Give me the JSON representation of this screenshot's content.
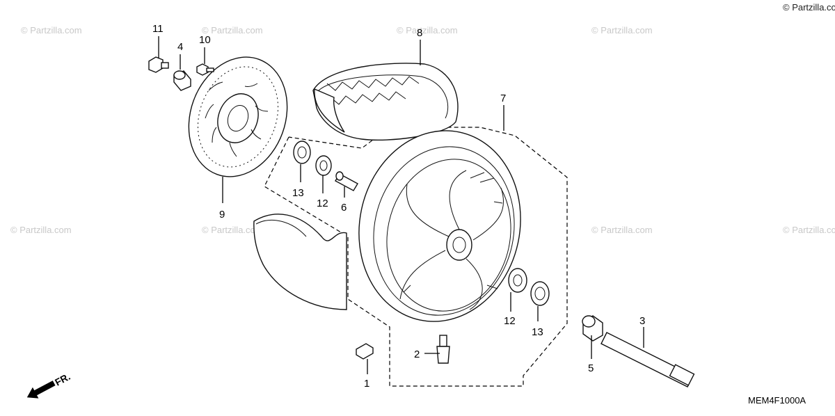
{
  "copyright": "© Partzilla.com",
  "watermark": "© Partzilla.com",
  "diagram_code": "MEM4F1000A",
  "front_indicator": "FR.",
  "callouts": {
    "p1": "1",
    "p2": "2",
    "p3": "3",
    "p4": "4",
    "p5": "5",
    "p6": "6",
    "p7": "7",
    "p8": "8",
    "p9": "9",
    "p10": "10",
    "p11": "11",
    "p12a": "12",
    "p12b": "12",
    "p13a": "13",
    "p13b": "13"
  }
}
